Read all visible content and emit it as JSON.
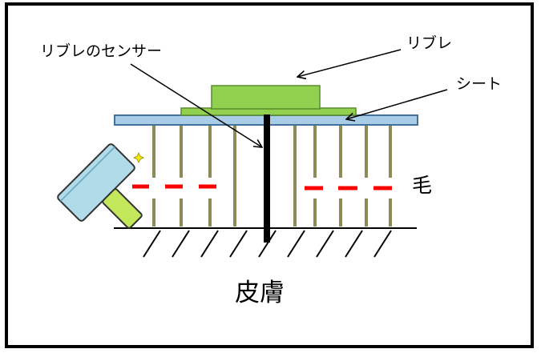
{
  "labels": {
    "sensor": "リブレのセンサー",
    "libre": "リブレ",
    "sheet": "シート",
    "hair": "毛",
    "skin": "皮膚"
  },
  "colors": {
    "libre_device": "#92d050",
    "sheet": "#92d050",
    "plate": "#a9cde6",
    "plate_stroke": "#41719c",
    "hair": "#8f8a5a",
    "cut_line": "#ff0000",
    "sensor_needle": "#000000",
    "razor_blade": "#b0dcea",
    "razor_handle": "#c4e85c",
    "sparkle": "#f5e800"
  }
}
